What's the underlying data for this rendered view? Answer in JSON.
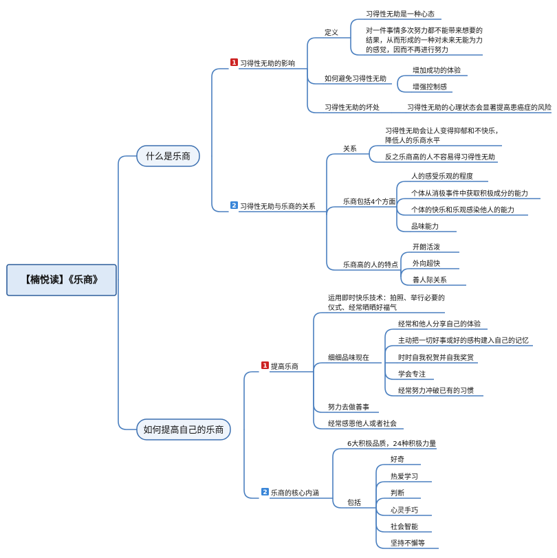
{
  "root": "【楠悦读】《乐商》",
  "colors": {
    "line": "#4a7fbf",
    "badge_red": "#cc2222",
    "badge_blue": "#3a86d8"
  },
  "main": [
    {
      "label": "什么是乐商",
      "sections": [
        {
          "badge": "1",
          "label": "习得性无助的影响",
          "children": [
            {
              "label": "定义",
              "children": [
                {
                  "lines": [
                    "习得性无助是一种心态"
                  ]
                },
                {
                  "lines": [
                    "对一件事情多次努力都不能带来想要的",
                    "结果，从而形成的一种对未来无能为力",
                    "的感觉，因而不再进行努力"
                  ]
                }
              ]
            },
            {
              "label": "如何避免习得性无助",
              "children": [
                {
                  "lines": [
                    "增加成功的体验"
                  ]
                },
                {
                  "lines": [
                    "增强控制感"
                  ]
                }
              ]
            },
            {
              "label": "习得性无助的坏处",
              "children": [
                {
                  "lines": [
                    "习得性无助的心理状态会显著提高患癌症的风险"
                  ]
                }
              ]
            }
          ]
        },
        {
          "badge": "2",
          "label": "习得性无助与乐商的关系",
          "children": [
            {
              "label": "关系",
              "children": [
                {
                  "lines": [
                    "习得性无助会让人变得抑郁和不快乐，",
                    "降低人的乐商水平"
                  ]
                },
                {
                  "lines": [
                    "反之乐商高的人不容易得习得性无助"
                  ]
                }
              ]
            },
            {
              "label": "乐商包括4个方面",
              "children": [
                {
                  "lines": [
                    "人的感受乐观的程度"
                  ]
                },
                {
                  "lines": [
                    "个体从消极事件中获取积极成分的能力"
                  ]
                },
                {
                  "lines": [
                    "个体的快乐和乐观感染他人的能力"
                  ]
                },
                {
                  "lines": [
                    "品味能力"
                  ]
                }
              ]
            },
            {
              "label": "乐商高的人的特点",
              "children": [
                {
                  "lines": [
                    "开朗活泼"
                  ]
                },
                {
                  "lines": [
                    "外向超快"
                  ]
                },
                {
                  "lines": [
                    "善人际关系"
                  ]
                }
              ]
            }
          ]
        }
      ]
    },
    {
      "label": "如何提高自己的乐商",
      "sections": [
        {
          "badge": "1",
          "label": "提高乐商",
          "children": [
            {
              "lines": [
                "运用即时快乐技术：拍照、举行必要的",
                "仪式、经常晒晒好福气"
              ]
            },
            {
              "label": "细细品味现在",
              "children": [
                {
                  "lines": [
                    "经常和他人分享自己的体验"
                  ]
                },
                {
                  "lines": [
                    "主动把一切好事或好的感构建入自己的记忆"
                  ]
                },
                {
                  "lines": [
                    "时时自我祝贺并自我奖赏"
                  ]
                },
                {
                  "lines": [
                    "学会专注"
                  ]
                },
                {
                  "lines": [
                    "经常努力冲破已有的习惯"
                  ]
                }
              ]
            },
            {
              "label": "努力去做善事"
            },
            {
              "label": "经常感恩他人或者社会"
            }
          ]
        },
        {
          "badge": "2",
          "label": "乐商的核心内涵",
          "children": [
            {
              "label": "6大积极品质，24种积极力量"
            },
            {
              "label": "包括",
              "children": [
                {
                  "lines": [
                    "好奇"
                  ]
                },
                {
                  "lines": [
                    "热爱学习"
                  ]
                },
                {
                  "lines": [
                    "判断"
                  ]
                },
                {
                  "lines": [
                    "心灵手巧"
                  ]
                },
                {
                  "lines": [
                    "社会智能"
                  ]
                },
                {
                  "lines": [
                    "坚持不懈等"
                  ]
                }
              ]
            }
          ]
        }
      ]
    }
  ]
}
